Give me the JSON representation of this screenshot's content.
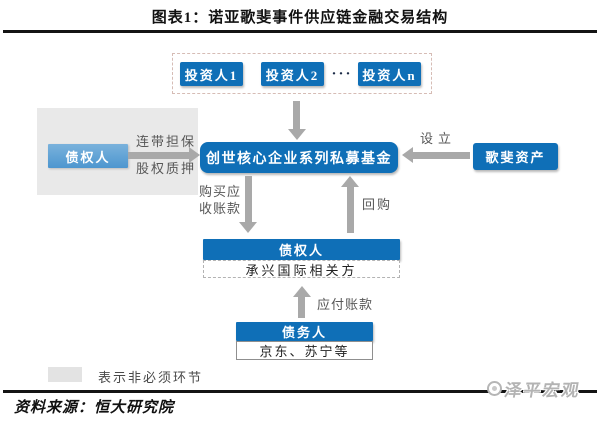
{
  "header": {
    "title": "图表1：诺亚歌斐事件供应链金融交易结构"
  },
  "diagram": {
    "investors": {
      "box1": "投资人1",
      "box2": "投资人2",
      "ellipsis": "···",
      "boxn": "投资人n"
    },
    "left_creditor": {
      "label": "债权人"
    },
    "fund": {
      "label": "创世核心企业系列私募基金"
    },
    "gopher": {
      "label": "歌斐资产"
    },
    "chengxing": {
      "title": "债权人",
      "subtitle": "承兴国际相关方"
    },
    "debtor": {
      "title": "债务人",
      "subtitle": "京东、苏宁等"
    },
    "labels": {
      "joint_guarantee": "连带担保",
      "equity_pledge": "股权质押",
      "setup": "设立",
      "buy_receivables_line1": "购买应",
      "buy_receivables_line2": "收账款",
      "repurchase": "回购",
      "payables": "应付账款"
    },
    "legend": {
      "text": "表示非必须环节"
    }
  },
  "footer": {
    "source": "资料来源：恒大研究院",
    "watermark": "泽平宏观"
  },
  "colors": {
    "primary_blue": "#0f6fb7",
    "light_blue": "#5aa0d8",
    "gray_panel": "#e9e9e9",
    "arrow_gray": "#a9a9a9"
  }
}
